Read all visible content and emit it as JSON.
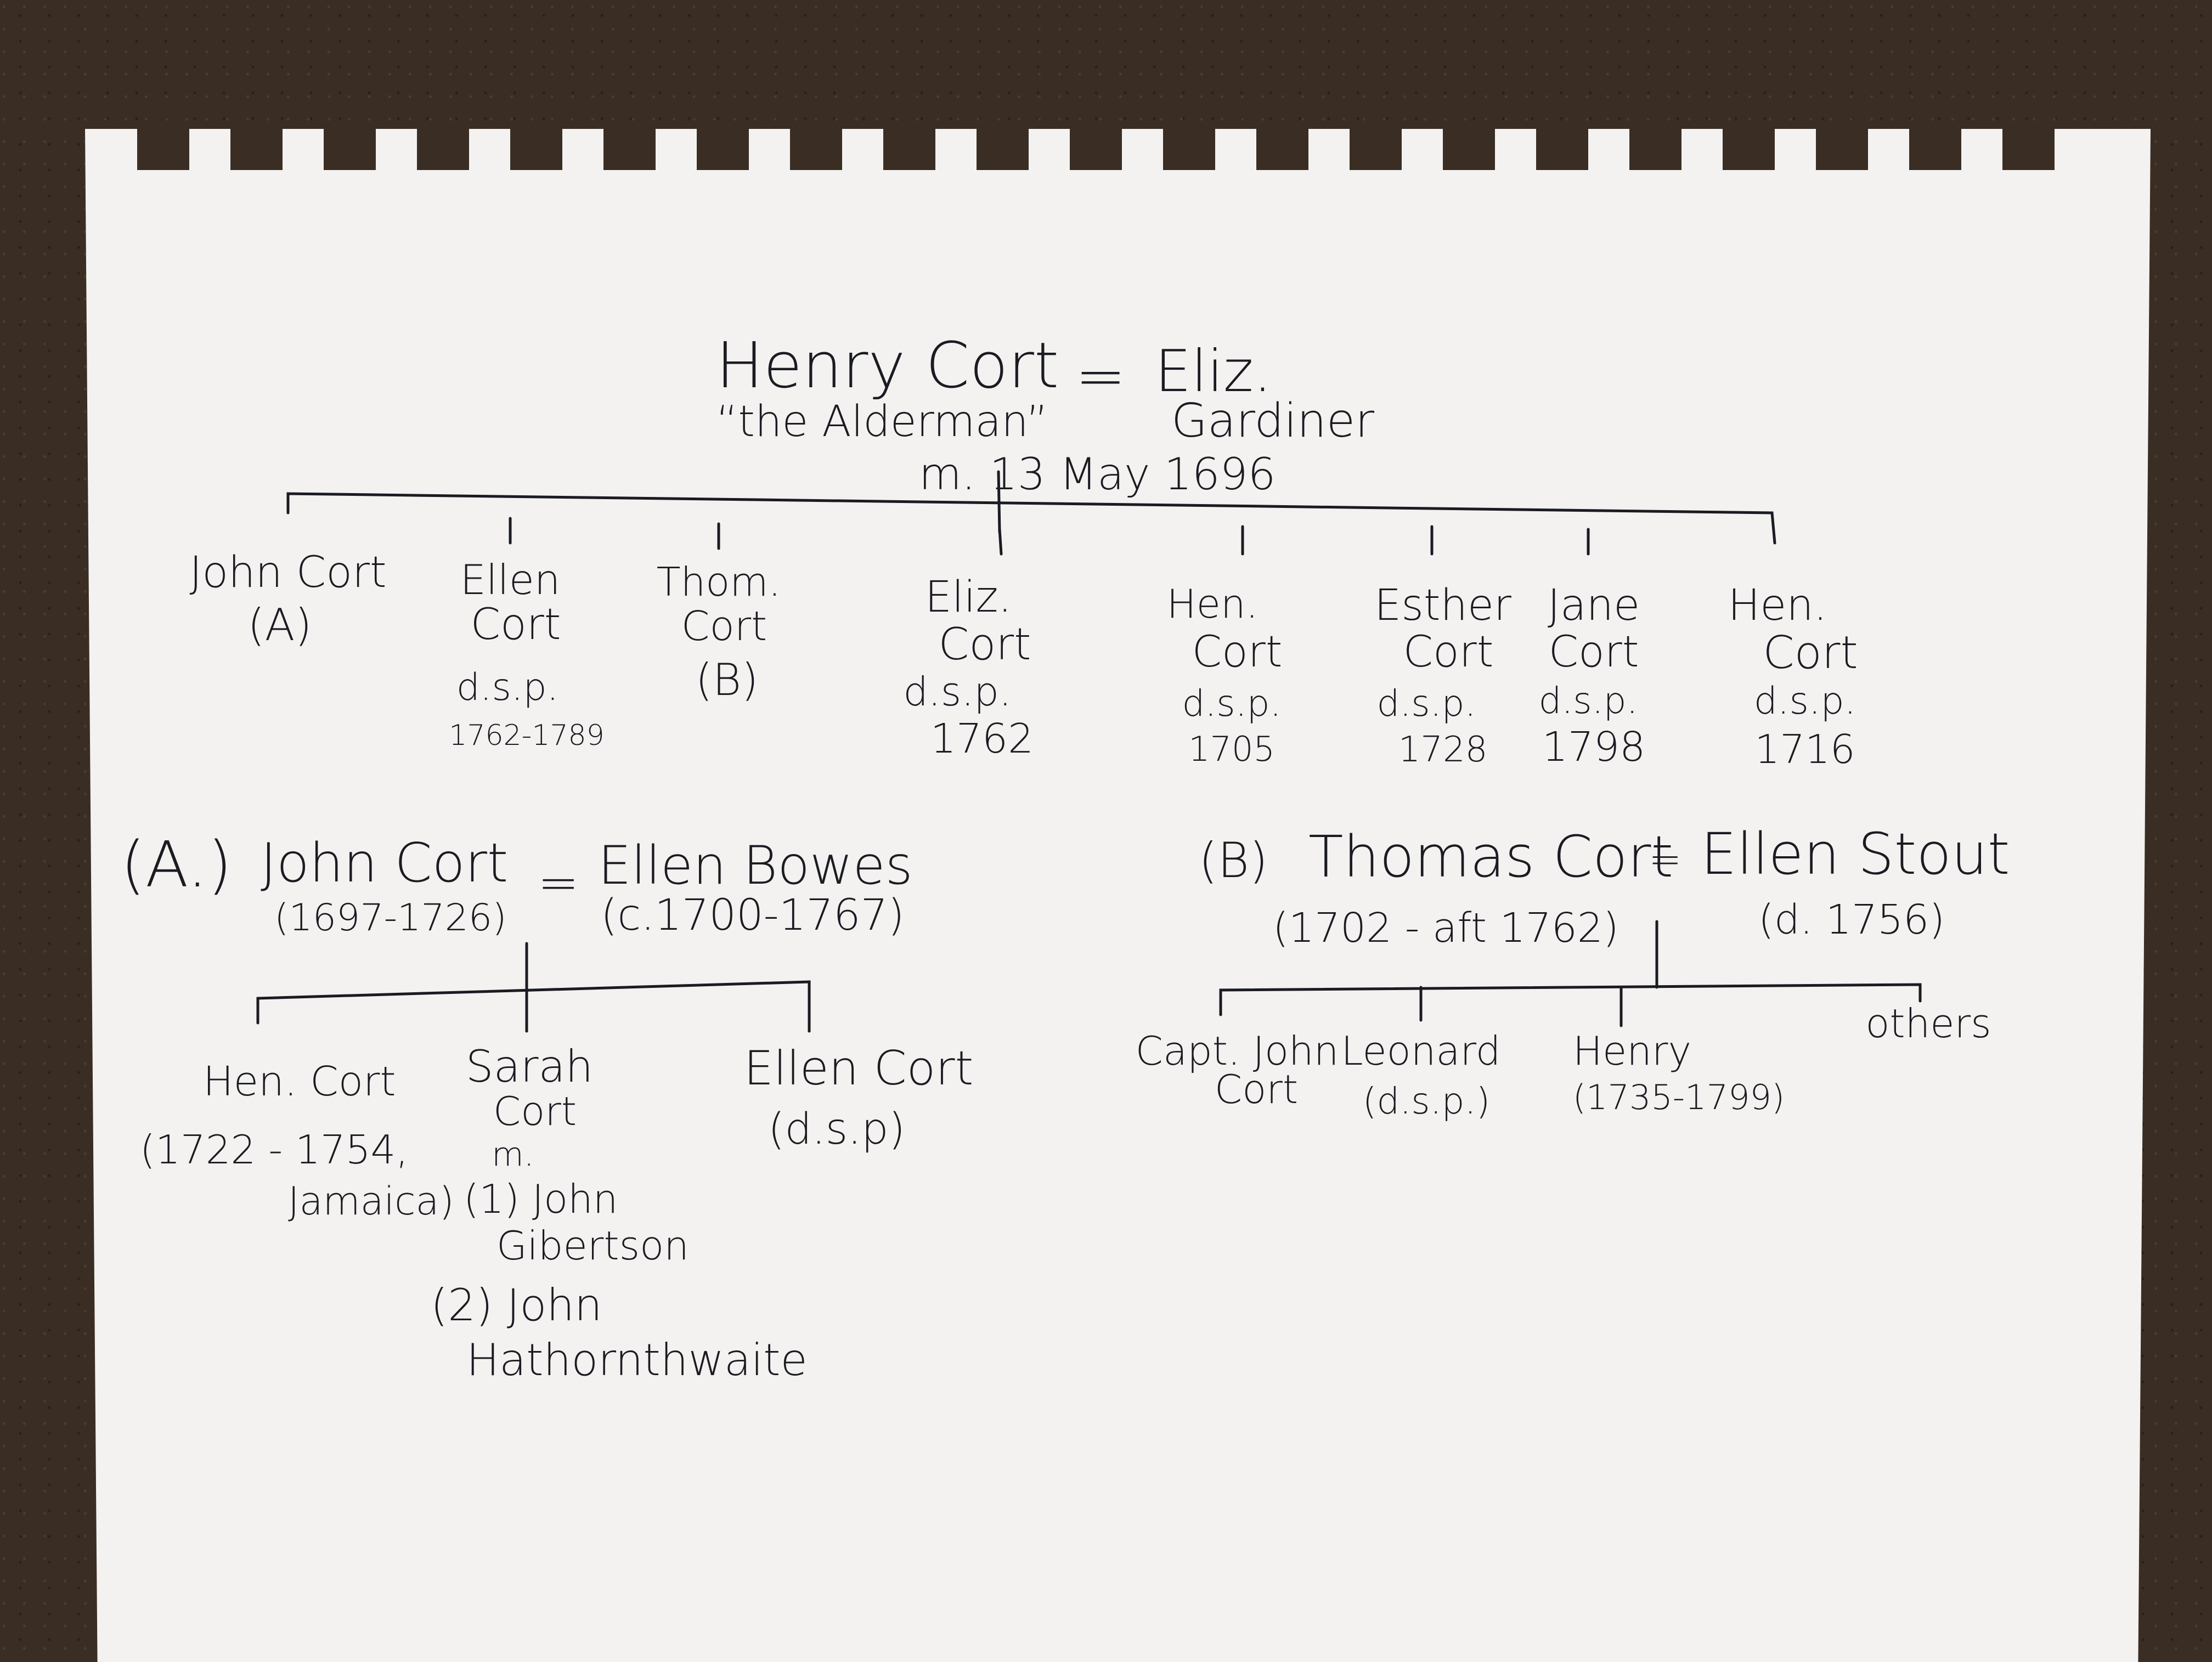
{
  "root": {
    "husband": "Henry Cort",
    "husband_note": "“the Alderman”",
    "eq": "=",
    "wife": "Eliz.",
    "wife_surname": "Gardiner",
    "married": "m. 13 May 1696"
  },
  "children": [
    {
      "lines": [
        "John Cort",
        "(A)"
      ]
    },
    {
      "lines": [
        "Ellen",
        "Cort",
        "d.s.p.",
        "1762-1789"
      ]
    },
    {
      "lines": [
        "Thom.",
        "Cort",
        "(B)"
      ]
    },
    {
      "lines": [
        "Eliz.",
        "Cort",
        "d.s.p.",
        "1762"
      ]
    },
    {
      "lines": [
        "Hen.",
        "Cort",
        "d.s.p.",
        "1705"
      ]
    },
    {
      "lines": [
        "Esther",
        "Cort",
        "d.s.p.",
        "1728"
      ]
    },
    {
      "lines": [
        "Jane",
        "Cort",
        "d.s.p.",
        "1798"
      ]
    },
    {
      "lines": [
        "Hen.",
        "Cort",
        "d.s.p.",
        "1716"
      ]
    }
  ],
  "branch_a": {
    "marker": "(A.)",
    "husband": "John Cort",
    "husband_dates": "(1697-1726)",
    "eq": "=",
    "wife": "Ellen Bowes",
    "wife_dates": "(c.1700-1767)",
    "children": {
      "hen": [
        "Hen. Cort",
        "(1722 - 1754,",
        "Jamaica)"
      ],
      "sarah": [
        "Sarah",
        "Cort",
        "m.",
        "(1) John",
        "Gibertson",
        "(2) John",
        "Hathornthwaite"
      ],
      "ellen": [
        "Ellen Cort",
        "(d.s.p)"
      ]
    }
  },
  "branch_b": {
    "marker": "(B)",
    "husband": "Thomas Cort",
    "husband_dates": "(1702 - aft 1762)",
    "eq": "=",
    "wife": "Ellen Stout",
    "wife_dates": "(d. 1756)",
    "children": [
      {
        "lines": [
          "Capt. John",
          "Cort"
        ]
      },
      {
        "lines": [
          "Leonard",
          "(d.s.p.)"
        ]
      },
      {
        "lines": [
          "Henry",
          "(1735-1799)"
        ]
      },
      {
        "lines": [
          "others"
        ]
      }
    ]
  }
}
